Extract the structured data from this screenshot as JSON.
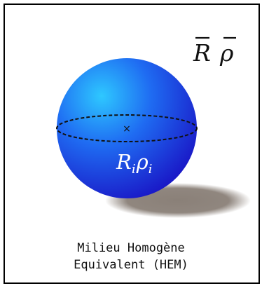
{
  "labels": {
    "hem_symbol_r": "R",
    "hem_symbol_rho": "ρ",
    "sphere_symbol_r": "R",
    "sphere_subscript_r": "i",
    "sphere_symbol_rho": "ρ",
    "sphere_subscript_rho": "i",
    "center_mark": "×"
  },
  "caption": {
    "line1": "Milieu Homogène",
    "line2": "Equivalent (HEM)"
  },
  "colors": {
    "sphere_highlight": "#2ec8ff",
    "sphere_mid": "#1f6cf2",
    "sphere_dark": "#1a1ac8",
    "shadow": "#8a8078",
    "border": "#000000"
  }
}
